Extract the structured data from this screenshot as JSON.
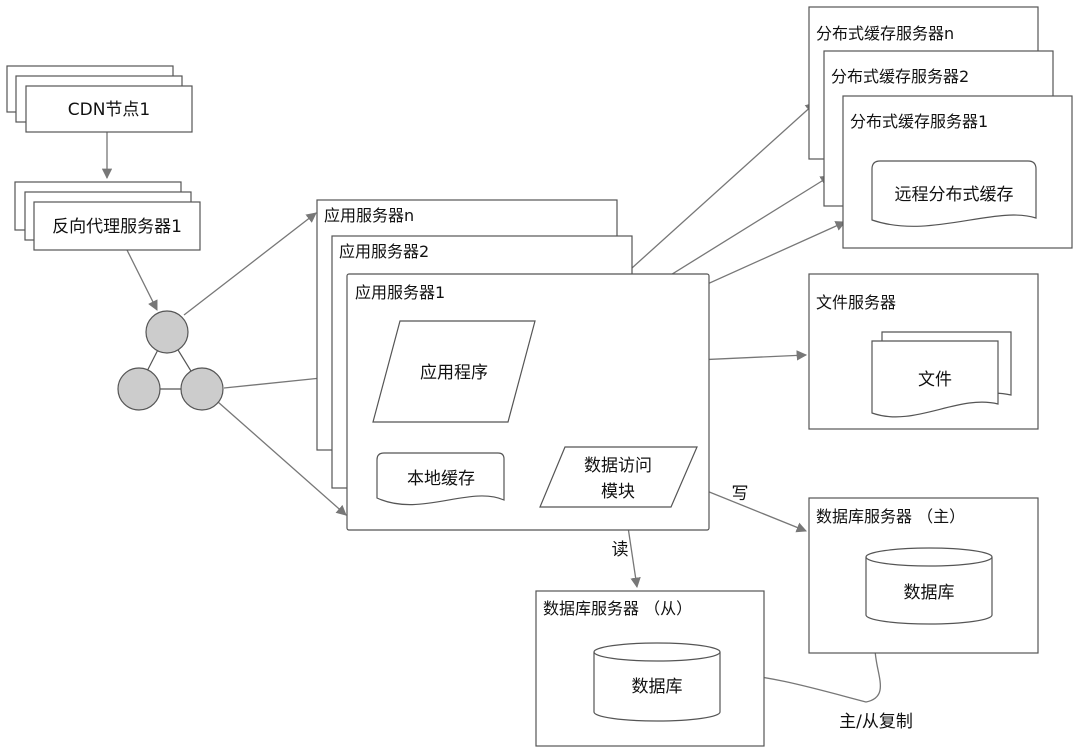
{
  "cdn": {
    "label": "CDN节点1"
  },
  "proxy": {
    "label": "反向代理服务器1"
  },
  "app_servers": {
    "back": "应用服务器n",
    "middle": "应用服务器2",
    "front": "应用服务器1"
  },
  "app_program": "应用程序",
  "local_cache": "本地缓存",
  "data_access": {
    "line1": "数据访问",
    "line2": "模块"
  },
  "cache_servers": {
    "back": "分布式缓存服务器n",
    "middle": "分布式缓存服务器2",
    "front": "分布式缓存服务器1"
  },
  "remote_cache": "远程分布式缓存",
  "file_server": {
    "title": "文件服务器",
    "doc": "文件"
  },
  "db_master": {
    "title": "数据库服务器 （主）",
    "db": "数据库"
  },
  "db_slave": {
    "title": "数据库服务器 （从）",
    "db": "数据库"
  },
  "edge_labels": {
    "write": "写",
    "read": "读",
    "replication": "主/从复制"
  },
  "colors": {
    "node_fill": "#cccccc",
    "stroke": "#555555",
    "edge": "#777777"
  }
}
